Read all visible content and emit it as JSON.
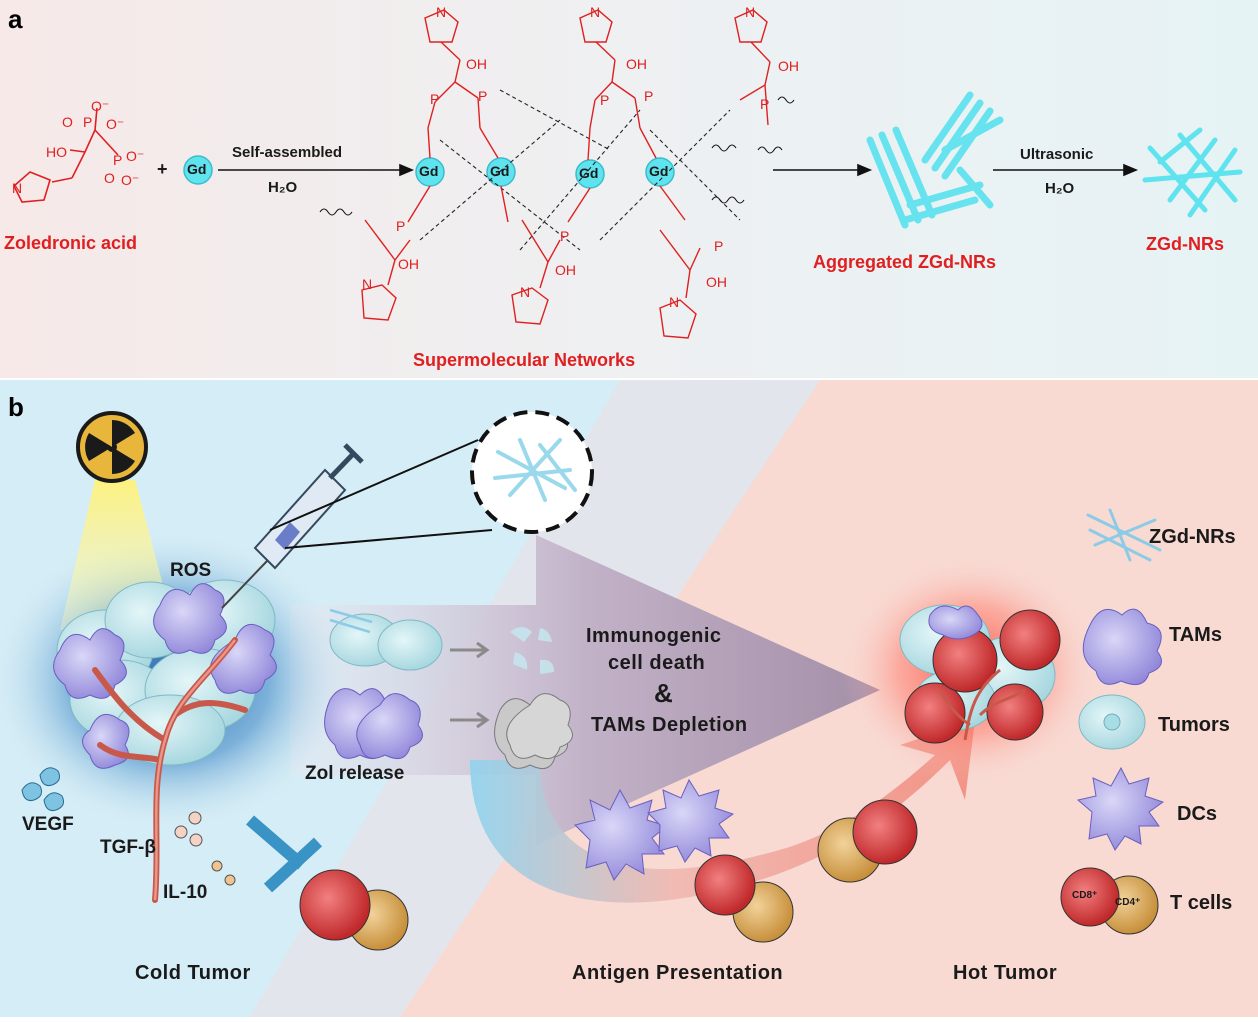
{
  "panels": {
    "a": "a",
    "b": "b"
  },
  "panel_a": {
    "zoledronic_acid": "Zoledronic acid",
    "plus": "+",
    "gd": "Gd",
    "self_assembled": "Self-assembled",
    "water": "H₂O",
    "supermolecular": "Supermolecular Networks",
    "aggregated": "Aggregated ZGd-NRs",
    "ultrasonic": "Ultrasonic",
    "water2": "H₂O",
    "zgd_nrs": "ZGd-NRs",
    "atoms": {
      "O": "O",
      "P": "P",
      "OH": "OH",
      "HO": "HO",
      "N": "N",
      "Ominus": "O⁻"
    }
  },
  "panel_b": {
    "ros": "ROS",
    "zol_release": "Zol release",
    "icd_line1": "Immunogenic",
    "icd_line2": "cell death",
    "amp": "&",
    "tams_depletion": "TAMs Depletion",
    "vegf": "VEGF",
    "tgf": "TGF-β",
    "il10": "IL-10",
    "cold_tumor": "Cold Tumor",
    "antigen": "Antigen Presentation",
    "hot_tumor": "Hot Tumor"
  },
  "legend": {
    "zgd": "ZGd-NRs",
    "tams": "TAMs",
    "tumors": "Tumors",
    "dcs": "DCs",
    "tcells": "T cells",
    "cd8": "CD8⁺",
    "cd4": "CD4⁺"
  },
  "colors": {
    "red_text": "#e02020",
    "rod": "#5fe3ee",
    "panel_a_bg": "#f3eaea",
    "panel_b_left": "#cfe9f3",
    "panel_b_right": "#f7d3cc",
    "arrow": "#a893a8"
  }
}
